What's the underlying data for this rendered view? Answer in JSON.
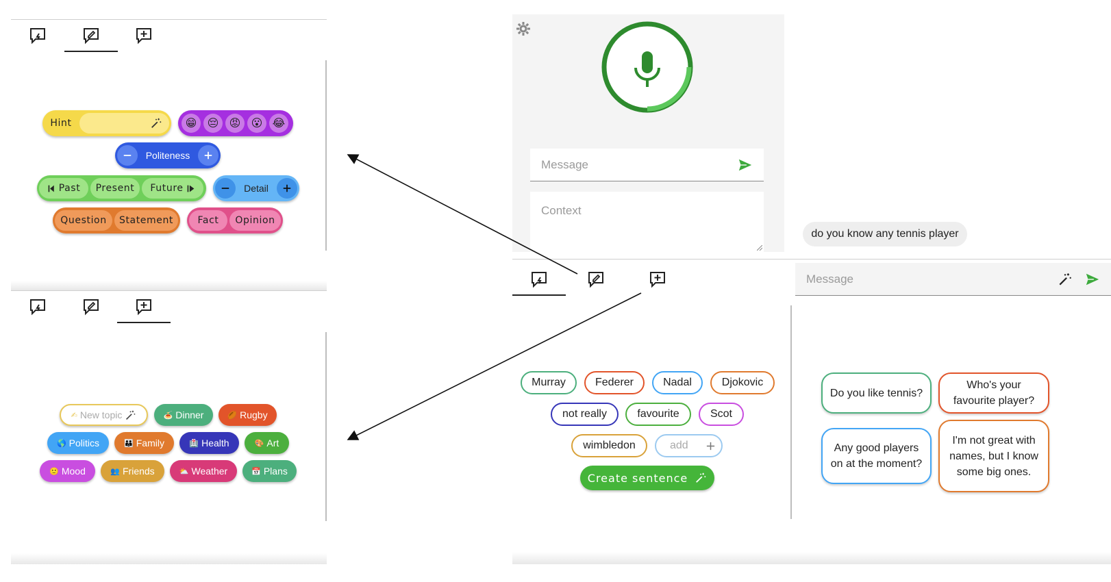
{
  "tabs": {
    "quick_reply": "quick-reply-icon",
    "edit": "edit-message-icon",
    "add": "add-message-icon"
  },
  "edit_panel": {
    "hint_label": "Hint",
    "emojis": [
      "😁",
      "😔",
      "😡",
      "😮",
      "😂"
    ],
    "politeness_label": "Politeness",
    "tense": [
      "Past",
      "Present",
      "Future"
    ],
    "detail_label": "Detail",
    "type": [
      "Question",
      "Statement"
    ],
    "modality": [
      "Fact",
      "Opinion"
    ]
  },
  "topic_panel": {
    "new_topic": "New topic",
    "topics": [
      {
        "icon": "🍝",
        "label": "Dinner",
        "color": "#4caf7d"
      },
      {
        "icon": "🏉",
        "label": "Rugby",
        "color": "#e2542a"
      },
      {
        "icon": "🌎",
        "label": "Politics",
        "color": "#42a5f5"
      },
      {
        "icon": "👪",
        "label": "Family",
        "color": "#e07a2e"
      },
      {
        "icon": "🏥",
        "label": "Health",
        "color": "#3636b8"
      },
      {
        "icon": "🎨",
        "label": "Art",
        "color": "#4caf3e"
      },
      {
        "icon": "🙂",
        "label": "Mood",
        "color": "#c94ee0"
      },
      {
        "icon": "👥",
        "label": "Friends",
        "color": "#d9a23a"
      },
      {
        "icon": "⛅",
        "label": "Weather",
        "color": "#d83a78"
      },
      {
        "icon": "📅",
        "label": "Plans",
        "color": "#4caf7d"
      }
    ]
  },
  "main": {
    "message_placeholder": "Message",
    "context_placeholder": "Context",
    "keywords": [
      {
        "label": "Murray",
        "color": "#4caf7d"
      },
      {
        "label": "Federer",
        "color": "#e2542a"
      },
      {
        "label": "Nadal",
        "color": "#42a5f5"
      },
      {
        "label": "Djokovic",
        "color": "#e07a2e"
      },
      {
        "label": "not really",
        "color": "#3636b8"
      },
      {
        "label": "favourite",
        "color": "#4caf3e"
      },
      {
        "label": "Scot",
        "color": "#c94ee0"
      },
      {
        "label": "wimbledon",
        "color": "#d9a23a"
      }
    ],
    "add_label": "add",
    "create_sentence": "Create sentence"
  },
  "chat": {
    "incoming": "do you know any tennis player",
    "message_placeholder": "Message",
    "suggestions": [
      {
        "text": "Do you like tennis?",
        "color": "#4caf7d"
      },
      {
        "text": "Who's your favourite player?",
        "color": "#e2542a"
      },
      {
        "text": "Any good players on at the moment?",
        "color": "#42a5f5"
      },
      {
        "text": "I'm not great with names, but I know some big ones.",
        "color": "#e07a2e"
      }
    ]
  }
}
